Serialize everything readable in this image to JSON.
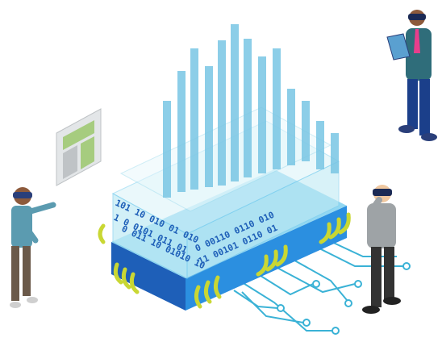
{
  "scene": {
    "kind": "isometric-illustration",
    "subject": "quantum-computing-chip",
    "binary_rows": [
      "101 10 010 01 010",
      "1 0 0101 011 01",
      "0 011 10 01010 10",
      "0 00110 0110 010",
      "11 00101 0110 01"
    ]
  },
  "colors": {
    "chip_front": "#1e5fb8",
    "chip_side": "#2b8fe0",
    "chip_top": "#7fd0ef",
    "glass": "#bfeaf4",
    "pins": "#c9d733",
    "circuit_lines": "#3ab2d6",
    "pillar": "#79c6e4",
    "panel_green": "#8cc152",
    "panel_grey": "#bfc3c6"
  },
  "figures": [
    {
      "name": "person-left",
      "headset": true,
      "shirt": "#5b9bb0",
      "pants": "#6b5a4a"
    },
    {
      "name": "person-top-right",
      "headset": true,
      "jacket": "#2f6d7a",
      "pants": "#1b3f8a",
      "holds": "tablet"
    },
    {
      "name": "person-bottom-right",
      "headset": true,
      "shirt": "#9ea3a6",
      "pants": "#333333"
    }
  ]
}
